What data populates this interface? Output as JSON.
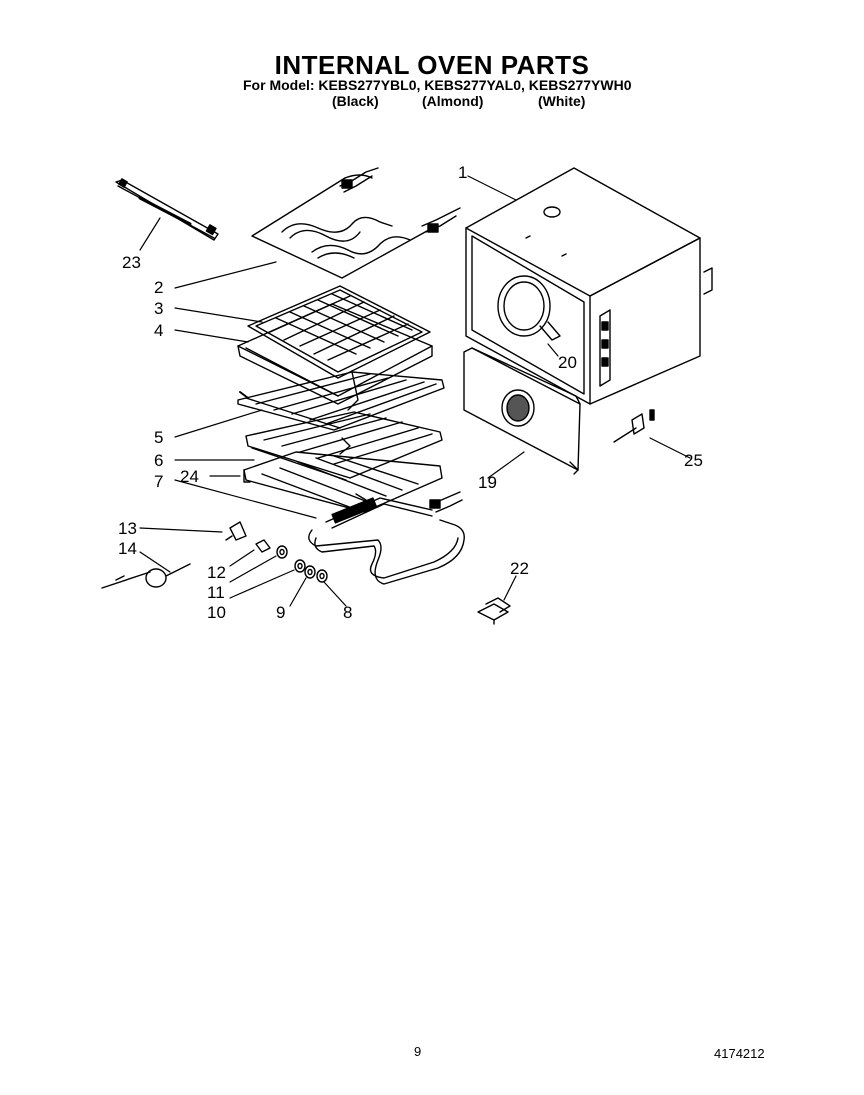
{
  "header": {
    "title": "INTERNAL OVEN PARTS",
    "model_line": "For Model: KEBS277YBL0, KEBS277YAL0, KEBS277YWH0",
    "colors": [
      "(Black)",
      "(Almond)",
      "(White)"
    ]
  },
  "callouts": {
    "c1": "1",
    "c2": "2",
    "c3": "3",
    "c4": "4",
    "c5": "5",
    "c6": "6",
    "c7": "7",
    "c8": "8",
    "c9": "9",
    "c10": "10",
    "c11": "11",
    "c12": "12",
    "c13": "13",
    "c14": "14",
    "c19": "19",
    "c20": "20",
    "c22": "22",
    "c23": "23",
    "c24": "24",
    "c25": "25"
  },
  "footer": {
    "page_number": "9",
    "doc_number": "4174212"
  }
}
